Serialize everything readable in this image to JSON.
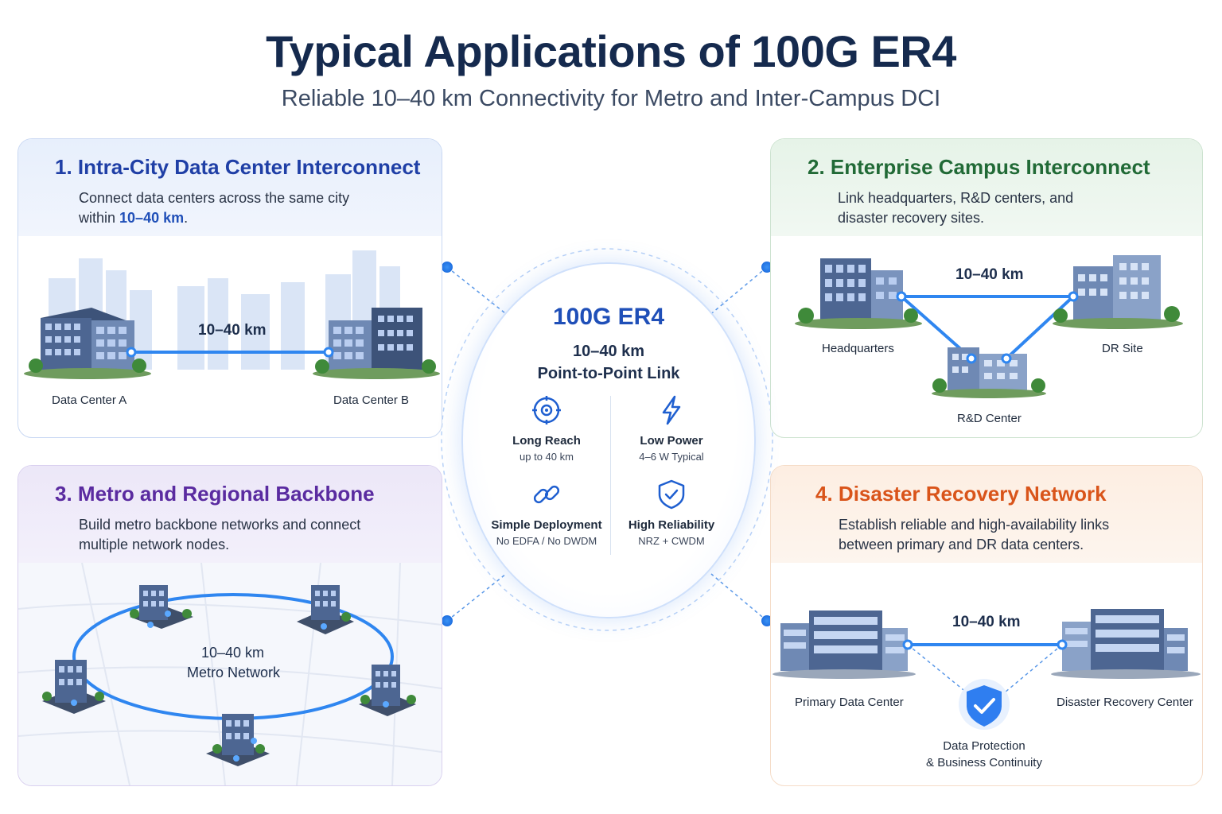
{
  "header": {
    "title": "Typical Applications of 100G ER4",
    "subtitle": "Reliable 10–40 km Connectivity for Metro and Inter-Campus DCI"
  },
  "cards": {
    "intra_city": {
      "number": "1.",
      "title": "Intra-City Data Center Interconnect",
      "desc_line1": "Connect data centers across the same city",
      "desc_line2_pre": "within ",
      "desc_line2_hi": "10–40 km",
      "desc_line2_post": ".",
      "distance": "10–40 km",
      "site_a": "Data Center A",
      "site_b": "Data Center B",
      "color": "#1f3fa6"
    },
    "campus": {
      "number": "2.",
      "title": "Enterprise Campus Interconnect",
      "desc": "Link headquarters, R&D centers, and disaster recovery sites.",
      "distance": "10–40 km",
      "hq": "Headquarters",
      "dr": "DR Site",
      "rd": "R&D Center",
      "color": "#216a36"
    },
    "metro": {
      "number": "3.",
      "title": "Metro and Regional Backbone",
      "desc": "Build metro backbone networks and connect multiple network nodes.",
      "distance": "10–40 km",
      "network": "Metro Network",
      "color": "#5a2ba0"
    },
    "dr": {
      "number": "4.",
      "title": "Disaster Recovery Network",
      "desc": "Establish reliable and high-availability links between primary and DR data centers.",
      "distance": "10–40 km",
      "primary": "Primary Data Center",
      "recovery": "Disaster Recovery Center",
      "protect_line1": "Data Protection",
      "protect_line2": "& Business Continuity",
      "color": "#d9541a"
    }
  },
  "center": {
    "title": "100G ER4",
    "line1": "10–40 km",
    "line2": "Point-to-Point Link",
    "features": [
      {
        "title": "Long Reach",
        "sub": "up to 40 km",
        "icon": "target-icon"
      },
      {
        "title": "Low Power",
        "sub": "4–6 W Typical",
        "icon": "lightning-icon"
      },
      {
        "title": "Simple Deployment",
        "sub": "No EDFA / No DWDM",
        "icon": "link-icon"
      },
      {
        "title": "High Reliability",
        "sub": "NRZ + CWDM",
        "icon": "shield-check-icon"
      }
    ]
  },
  "colors": {
    "link_blue": "#2f86f0",
    "title_navy": "#152a4e",
    "accent_blue": "#1f4fb8"
  }
}
